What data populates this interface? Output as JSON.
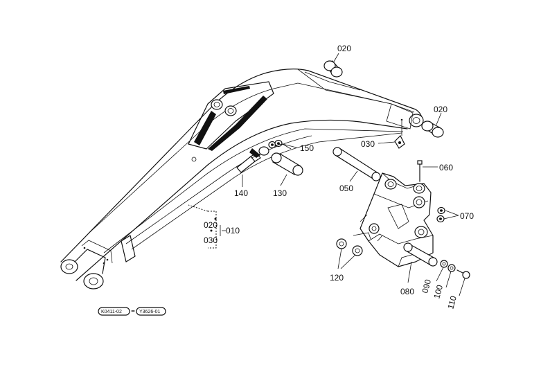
{
  "diagram": {
    "callouts": {
      "c020_top": "020",
      "c020_right": "020",
      "c030_bracket": "030",
      "c150": "150",
      "c060": "060",
      "c140": "140",
      "c130": "130",
      "c050": "050",
      "c070": "070",
      "c020_group": "020",
      "c010": "010",
      "c030_group": "030",
      "c120": "120",
      "c080": "080",
      "c090": "090",
      "c100": "100",
      "c110": "110"
    },
    "badges": {
      "left": "K0411-02",
      "right": "Y3626-01"
    }
  }
}
